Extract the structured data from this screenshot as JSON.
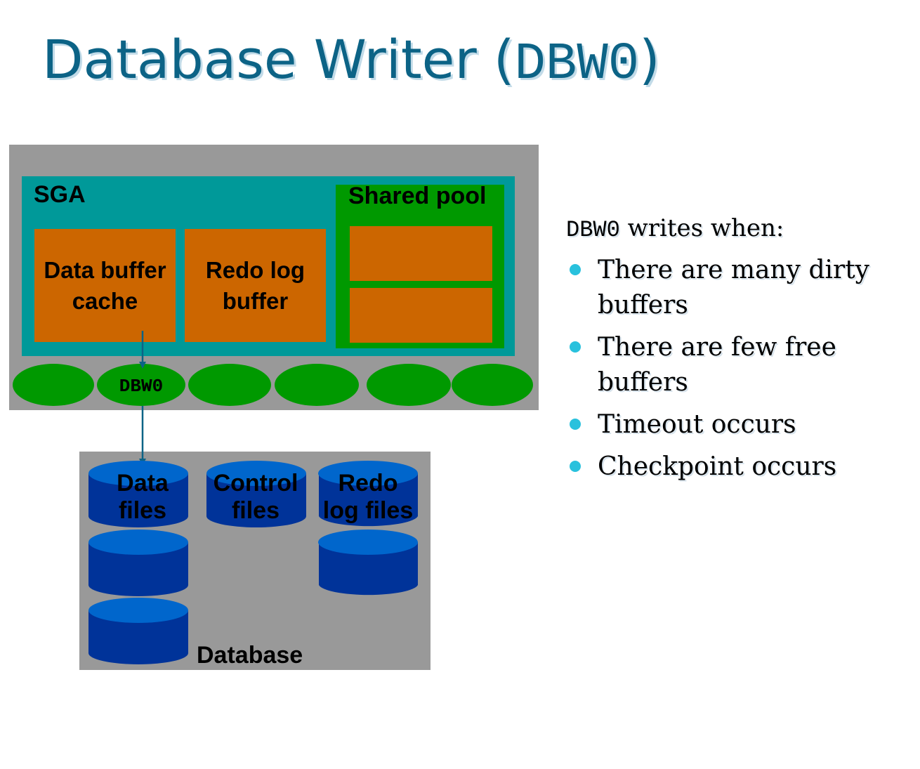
{
  "title": {
    "text": "Database Writer (",
    "mono": "DBW0",
    "close": ")"
  },
  "sga": {
    "label": "SGA",
    "data_buffer_cache": "Data buffer\ncache",
    "redo_log_buffer": "Redo log\nbuffer",
    "shared_pool": "Shared pool"
  },
  "process_label": "DBW0",
  "database": {
    "label": "Database",
    "data_files": "Data\nfiles",
    "control_files": "Control\nfiles",
    "redo_log_files": "Redo\nlog files"
  },
  "bullets": {
    "intro_mono": "DBW0",
    "intro_text": " writes when:",
    "items": [
      "There are many dirty buffers",
      "There are few free buffers",
      "Timeout occurs",
      "Checkpoint occurs"
    ]
  },
  "colors": {
    "title": "#0c6386",
    "instance_bg": "#999999",
    "sga_bg": "#009999",
    "shared_pool_bg": "#009900",
    "buffer_orange": "#cc6600",
    "process_green": "#009900",
    "disk_blue": "#003399",
    "disk_top": "#0066cc",
    "bullet_dot": "#29c1dd"
  }
}
